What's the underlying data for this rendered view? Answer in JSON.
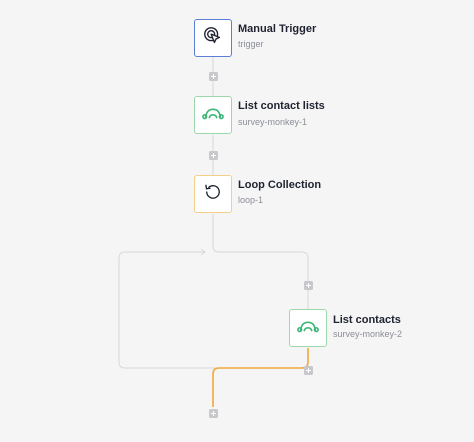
{
  "workflow": {
    "nodes": [
      {
        "title": "Manual Trigger",
        "subtitle": "trigger",
        "icon": "cursor-click-icon"
      },
      {
        "title": "List contact lists",
        "subtitle": "survey-monkey-1",
        "icon": "survey-monkey-icon"
      },
      {
        "title": "Loop Collection",
        "subtitle": "loop-1",
        "icon": "loop-icon"
      },
      {
        "title": "List contacts",
        "subtitle": "survey-monkey-2",
        "icon": "survey-monkey-icon"
      }
    ]
  },
  "colors": {
    "trigger_border": "#5b7fd6",
    "app_border": "#9dd8ad",
    "loop_border": "#f3cf88",
    "connector": "#d8d8d8",
    "loop_path": "#f0a93b",
    "survey_monkey": "#3fb67a",
    "add_button": "#c7c7cc"
  }
}
